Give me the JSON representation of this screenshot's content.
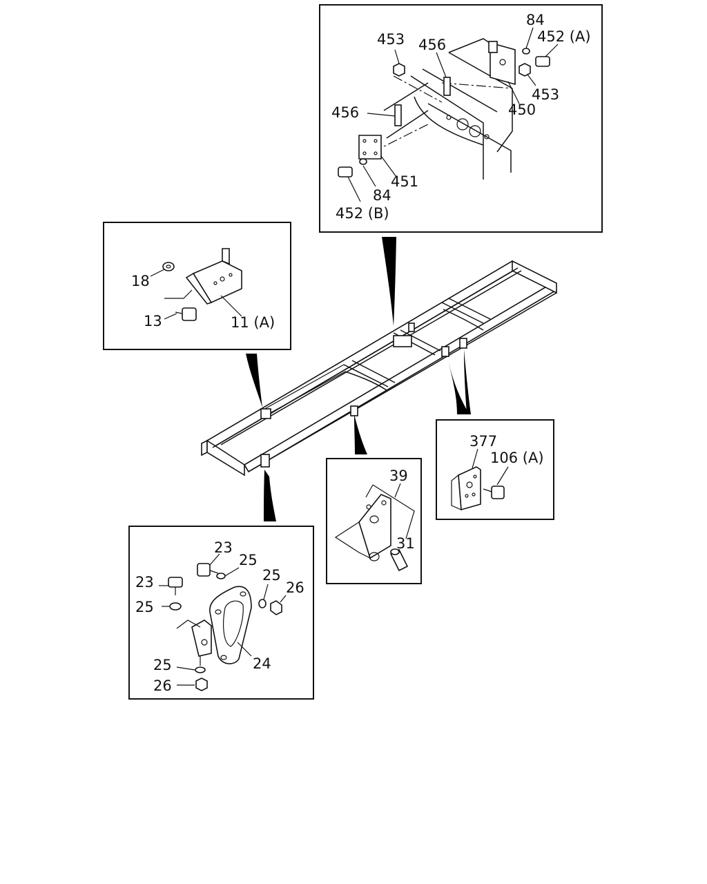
{
  "callouts": {
    "top": {
      "labels": [
        "453",
        "456",
        "84",
        "452 (A)",
        "453",
        "450",
        "456",
        "451",
        "84",
        "452 (B)"
      ]
    },
    "left": {
      "labels": [
        "18",
        "13",
        "11 (A)"
      ]
    },
    "right": {
      "labels": [
        "377",
        "106 (A)"
      ]
    },
    "middle": {
      "labels": [
        "39",
        "31"
      ]
    },
    "bottom": {
      "labels": [
        "23",
        "25",
        "25",
        "26",
        "23",
        "25",
        "24",
        "25",
        "26"
      ]
    }
  },
  "colors": {
    "line": "#111111",
    "background": "#ffffff"
  }
}
